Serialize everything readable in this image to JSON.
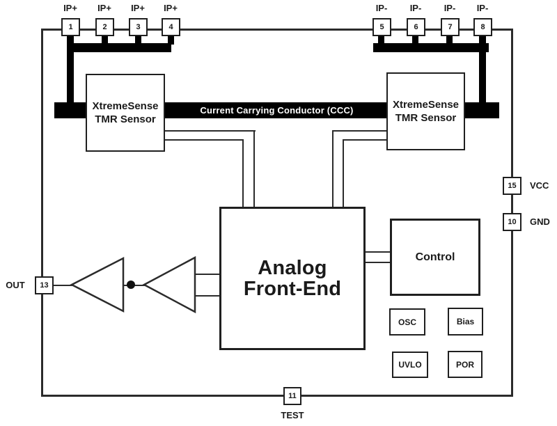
{
  "pins": {
    "top": [
      {
        "num": "1",
        "label": "IP+"
      },
      {
        "num": "2",
        "label": "IP+"
      },
      {
        "num": "3",
        "label": "IP+"
      },
      {
        "num": "4",
        "label": "IP+"
      },
      {
        "num": "5",
        "label": "IP-"
      },
      {
        "num": "6",
        "label": "IP-"
      },
      {
        "num": "7",
        "label": "IP-"
      },
      {
        "num": "8",
        "label": "IP-"
      }
    ],
    "right": [
      {
        "num": "15",
        "label": "VCC"
      },
      {
        "num": "10",
        "label": "GND"
      }
    ],
    "left": {
      "num": "13",
      "label": "OUT"
    },
    "bottom": {
      "num": "11",
      "label": "TEST"
    }
  },
  "blocks": {
    "ccc_label": "Current Carrying Conductor (CCC)",
    "tmr_left": {
      "line1": "XtremeSense",
      "line2": "TMR Sensor"
    },
    "tmr_right": {
      "line1": "XtremeSense",
      "line2": "TMR Sensor"
    },
    "afe": {
      "line1": "Analog",
      "line2": "Front-End"
    },
    "control": "Control",
    "osc": "OSC",
    "bias": "Bias",
    "uvlo": "UVLO",
    "por": "POR"
  },
  "colors": {
    "background": "#ffffff",
    "line": "#2b2b2b",
    "bus": "#000000",
    "text": "#1a1a1a",
    "ccc_bar": "#000000",
    "ccc_text": "#ffffff"
  }
}
